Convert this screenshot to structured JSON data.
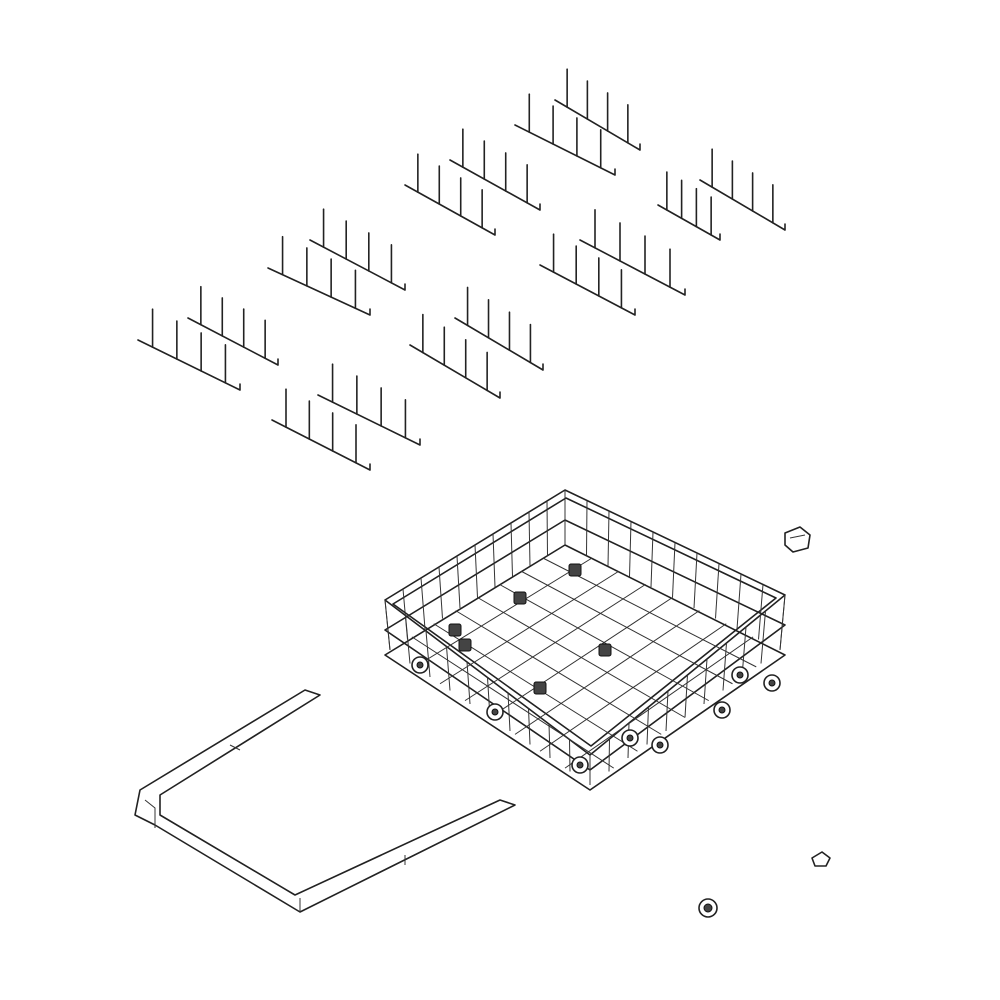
{
  "title": "",
  "colors": {
    "line": "#222222",
    "background": "#ffffff"
  },
  "parts": {
    "tine_rows": 8,
    "lower_rack": 1,
    "bumper_frame": 1,
    "rack_wheels_loose": 2,
    "clips_loose": 1
  }
}
